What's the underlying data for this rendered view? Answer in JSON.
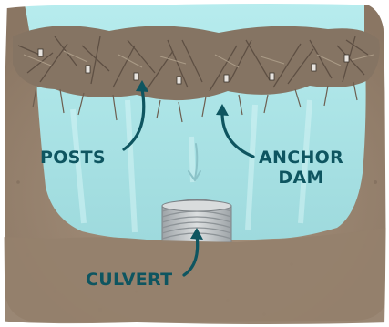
{
  "labels": {
    "posts": "POSTS",
    "anchor_dam": [
      "ANCHOR",
      "DAM"
    ],
    "culvert": "CULVERT"
  },
  "colors": {
    "water": "#a9e4e6",
    "water_light": "#c6eff0",
    "soil": "#9c8874",
    "soil_dark": "#7c6a58",
    "debris": "#8a7a68",
    "debris_dark": "#5a4c40",
    "culvert": "#c7cbcd",
    "culvert_stripe": "#8d9397",
    "arrow": "#0e5560",
    "flow_arrow": "#8bc3c8",
    "label_text": "#0e5560"
  },
  "icons": {
    "posts": "post-icon",
    "flow": "water-flow-arrow-icon",
    "callout": "curved-callout-arrow-icon",
    "culvert": "culvert-pipe-icon"
  }
}
